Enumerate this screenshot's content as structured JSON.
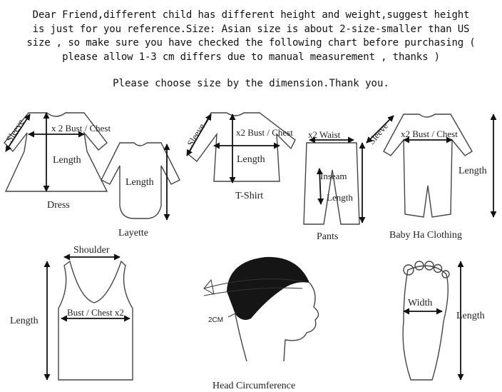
{
  "notice": {
    "line1": "Dear Friend,different child has different height and weight,suggest height",
    "line2": "is just for you reference.Size: Asian size is about 2-size-smaller than US",
    "line3": "size , so make sure you have checked the following chart before purchasing (",
    "line4": "please allow 1-3 cm differs due to manual measurement , thanks )"
  },
  "instruction": "Please choose size by the dimension.Thank you.",
  "garments": {
    "dress": {
      "name": "Dress",
      "sleeve": "Sleeve",
      "bust": "x 2 Bust / Chest",
      "length": "Length"
    },
    "layette": {
      "name": "Layette",
      "length": "Length"
    },
    "tshirt": {
      "name": "T-Shirt",
      "sleeve": "Sleeve",
      "bust": "x2 Bust / Chest",
      "length": "Length"
    },
    "pants": {
      "name": "Pants",
      "waist": "x2 Waist",
      "inseam": "Inseam",
      "length": "Length"
    },
    "baby_ha": {
      "name": "Baby Ha Clothing",
      "sleeve": "Sleeve",
      "bust": "x2 Bust / Chest",
      "length": "Length"
    },
    "vest": {
      "shoulder": "Shoulder",
      "bust": "Bust / Chest x2",
      "length": "Length"
    },
    "head": {
      "name": "Head Circumference",
      "marker": "2CM"
    },
    "foot": {
      "width": "Width",
      "length": "Length"
    }
  }
}
